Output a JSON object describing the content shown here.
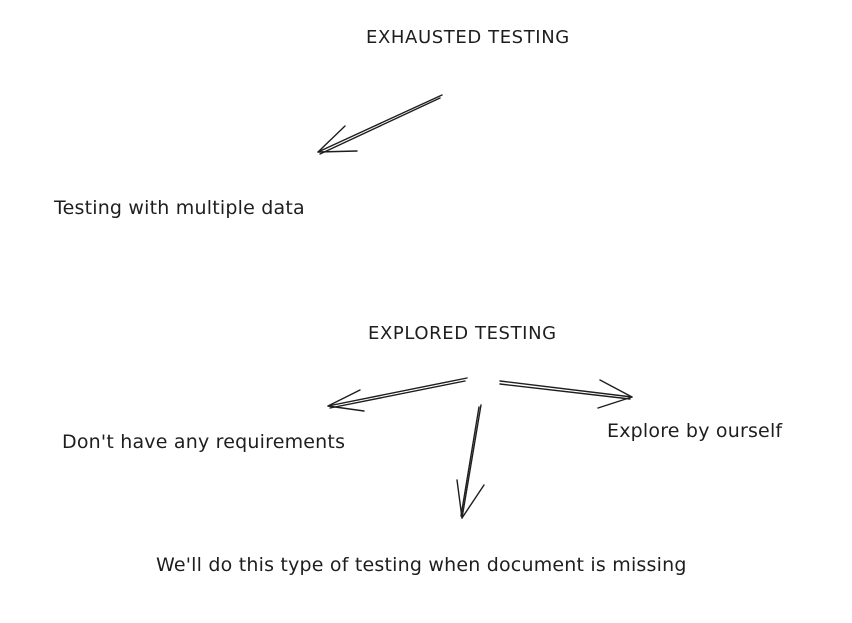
{
  "nodes": {
    "exhausted_testing": "EXHAUSTED TESTING",
    "testing_with_multiple_data": "Testing with multiple data",
    "explored_testing": "EXPLORED TESTING",
    "no_requirements": "Don't have any requirements",
    "explore_by_ourself": "Explore by ourself",
    "document_missing": "We'll do this type of testing when document is missing"
  },
  "edges": [
    {
      "from": "exhausted_testing",
      "to": "testing_with_multiple_data"
    },
    {
      "from": "explored_testing",
      "to": "no_requirements"
    },
    {
      "from": "explored_testing",
      "to": "document_missing"
    },
    {
      "from": "explored_testing",
      "to": "explore_by_ourself"
    }
  ],
  "colors": {
    "stroke": "#1e1e1e",
    "background": "#ffffff"
  }
}
